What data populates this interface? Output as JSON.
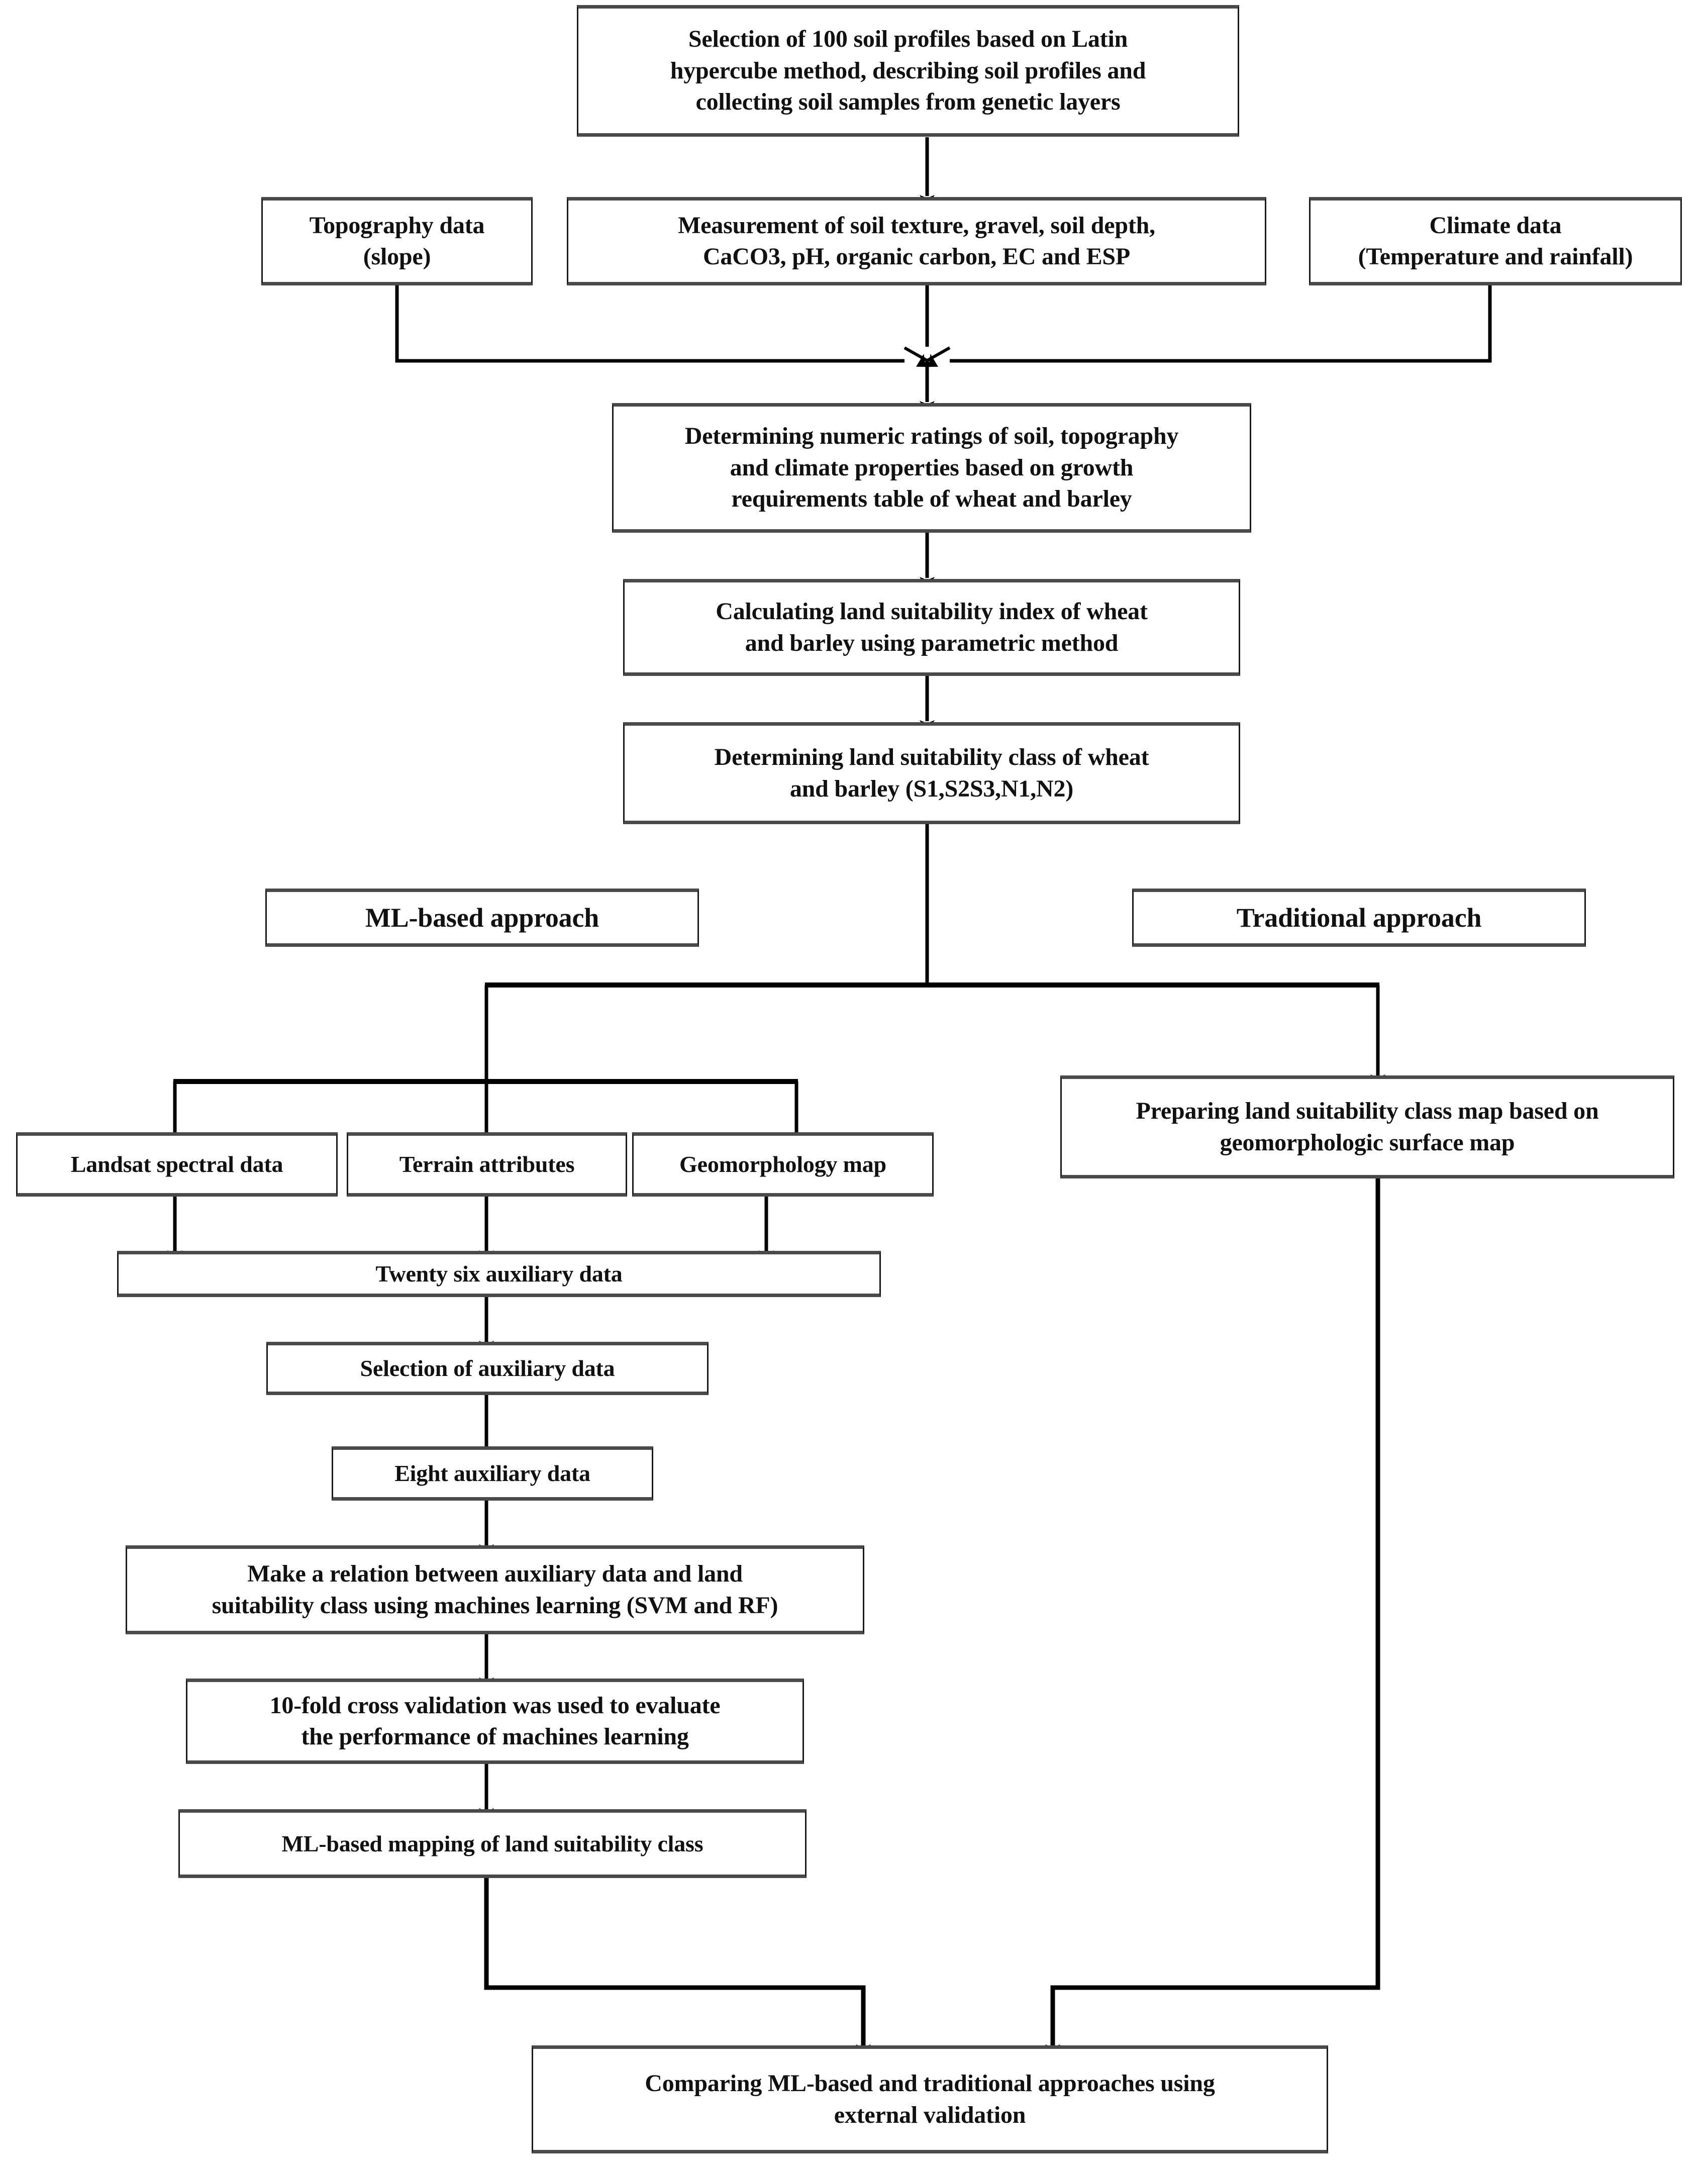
{
  "diagram": {
    "title": "Land suitability assessment methodology flowchart",
    "type": "flowchart",
    "background_color": "#ffffff",
    "box_border_color": "#1a1a1a",
    "box_fill_color": "#ffffff",
    "connector_color": "#000000"
  },
  "nodes": {
    "profiles": "Selection of 100 soil profiles based on Latin\nhypercube method, describing soil profiles and\ncollecting soil samples from genetic layers",
    "topography": "Topography data\n(slope)",
    "measurement": "Measurement of soil texture, gravel, soil depth,\nCaCO3, pH, organic carbon, EC and ESP",
    "climate": "Climate data\n(Temperature and rainfall)",
    "ratings": "Determining numeric ratings of soil, topography\nand climate properties based on growth\nrequirements table of wheat and barley",
    "index": "Calculating land suitability index of wheat\nand barley using parametric method",
    "class": "Determining land suitability class of wheat\nand barley (S1,S2S3,N1,N2)",
    "ml_approach_label": "ML-based approach",
    "traditional_approach_label": "Traditional approach",
    "landsat": "Landsat spectral data",
    "terrain": "Terrain attributes",
    "geomorphology": "Geomorphology map",
    "traditional_map": "Preparing land suitability class map based on\ngeomorphologic surface map",
    "twentysix": "Twenty six auxiliary data",
    "selection": "Selection of auxiliary data",
    "eight": "Eight auxiliary data",
    "relation": "Make a relation between auxiliary data and land\nsuitability class using machines learning (SVM and RF)",
    "crossval": "10-fold cross validation was used to evaluate\nthe performance of machines learning",
    "ml_mapping": "ML-based mapping of land suitability class",
    "comparing": "Comparing ML-based and traditional approaches using\nexternal validation"
  },
  "edges": [
    {
      "from": "profiles",
      "to": "measurement",
      "style": "straight-arrow"
    },
    {
      "from": "topography",
      "to": "ratings",
      "style": "elbow-merge-arrow"
    },
    {
      "from": "measurement",
      "to": "ratings",
      "style": "straight-arrow"
    },
    {
      "from": "climate",
      "to": "ratings",
      "style": "elbow-merge-arrow"
    },
    {
      "from": "ratings",
      "to": "index",
      "style": "straight-arrow"
    },
    {
      "from": "index",
      "to": "class",
      "style": "straight-arrow"
    },
    {
      "from": "class",
      "to": "branch-bus",
      "style": "straight-line"
    },
    {
      "from": "branch-bus",
      "to": "traditional_map",
      "style": "elbow-arrow"
    },
    {
      "from": "branch-bus",
      "to": "ml-fanout-bus",
      "style": "straight-line"
    },
    {
      "from": "ml-fanout-bus",
      "to": "landsat",
      "style": "elbow-arrow"
    },
    {
      "from": "ml-fanout-bus",
      "to": "terrain",
      "style": "straight-arrow"
    },
    {
      "from": "ml-fanout-bus",
      "to": "geomorphology",
      "style": "elbow-arrow"
    },
    {
      "from": "landsat",
      "to": "twentysix",
      "style": "straight-arrow"
    },
    {
      "from": "terrain",
      "to": "twentysix",
      "style": "straight-arrow"
    },
    {
      "from": "geomorphology",
      "to": "twentysix",
      "style": "straight-arrow"
    },
    {
      "from": "twentysix",
      "to": "selection",
      "style": "straight-arrow"
    },
    {
      "from": "selection",
      "to": "eight",
      "style": "straight-arrow"
    },
    {
      "from": "eight",
      "to": "relation",
      "style": "straight-arrow"
    },
    {
      "from": "relation",
      "to": "crossval",
      "style": "straight-arrow"
    },
    {
      "from": "crossval",
      "to": "ml_mapping",
      "style": "straight-arrow"
    },
    {
      "from": "ml_mapping",
      "to": "comparing",
      "style": "elbow-arrow"
    },
    {
      "from": "traditional_map",
      "to": "comparing",
      "style": "elbow-arrow"
    }
  ]
}
